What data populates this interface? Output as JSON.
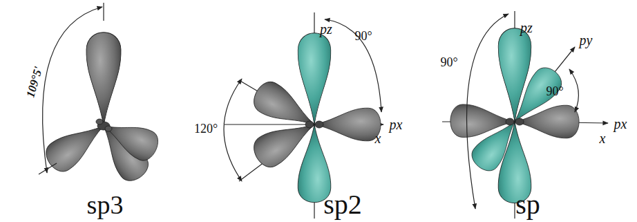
{
  "diagram": {
    "labels": [
      "109°5'",
      "sp3",
      "pz",
      "90°",
      "120°",
      "px",
      "x",
      "sp2",
      "pz",
      "py",
      "90°",
      "90°",
      "px",
      "x",
      "sp"
    ]
  }
}
